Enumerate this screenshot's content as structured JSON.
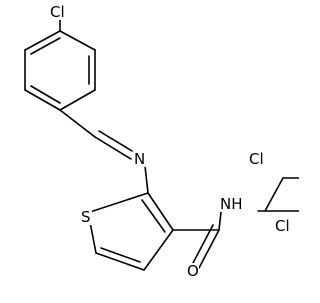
{
  "molecule": {
    "atoms": {
      "cl_top": "Cl",
      "n_imine": "N",
      "s_ring": "S",
      "nh_amide": "NH",
      "o_carbonyl": "O",
      "cl_meta": "Cl",
      "cl_para": "Cl"
    }
  }
}
